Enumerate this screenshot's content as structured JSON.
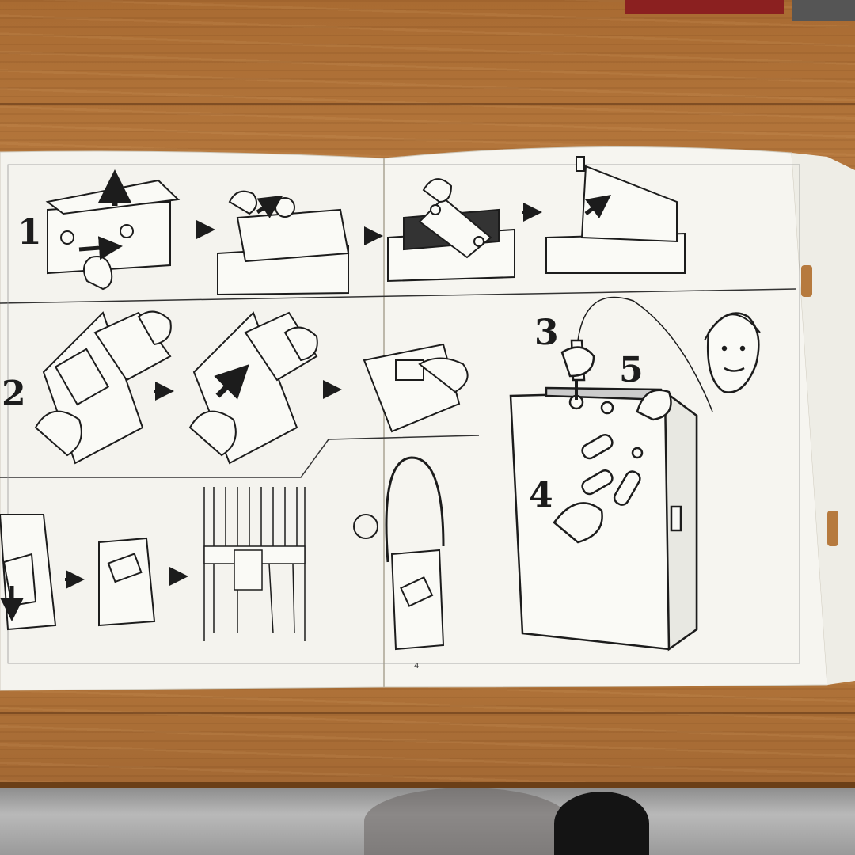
{
  "manual": {
    "step_numbers": [
      "1",
      "2",
      "3",
      "4",
      "5"
    ],
    "page_number": "4"
  },
  "colors": {
    "paper": "#f4f3ee",
    "ink": "#1c1c1c",
    "table_wood": "#b67a3e"
  },
  "icons": [
    "arrow-right-icon",
    "arrow-up-icon",
    "hand-icon",
    "cassette-icon",
    "headphone-icon"
  ]
}
